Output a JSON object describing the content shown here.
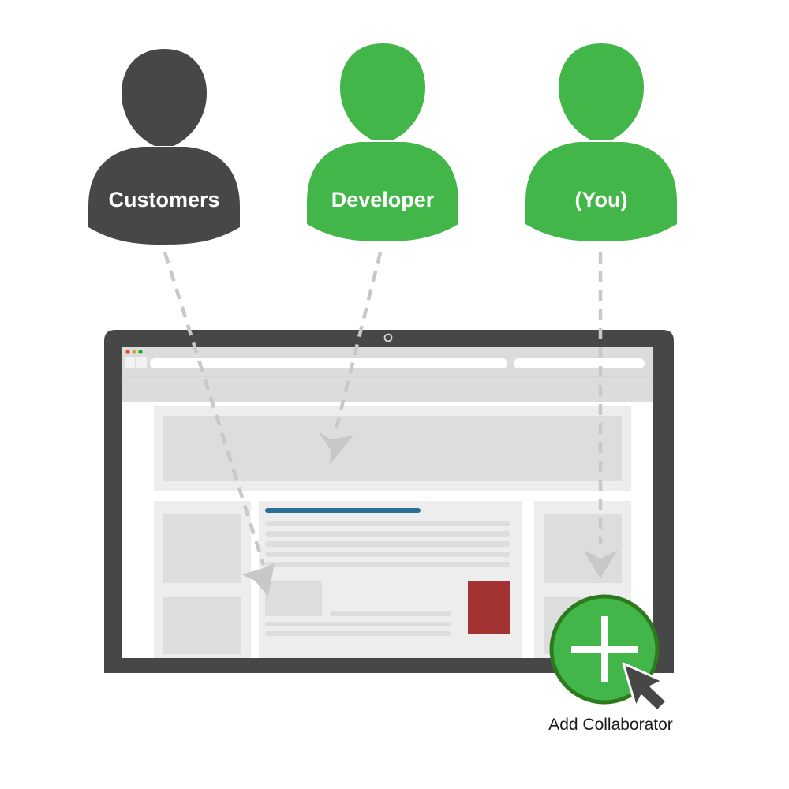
{
  "people": [
    {
      "label": "Customers",
      "color": "#474747"
    },
    {
      "label": "Developer",
      "color": "#43b64a"
    },
    {
      "label": "(You)",
      "color": "#43b64a"
    }
  ],
  "add_collaborator": {
    "label": "Add Collaborator",
    "icon": "plus-icon",
    "cursor_icon": "cursor-arrow-icon",
    "color": "#43b64a",
    "ring_color": "#2c7a1d"
  },
  "colors": {
    "laptop_frame": "#474747",
    "browser_chrome": "#dcdcdc",
    "placeholder_block": "#dddddd",
    "panel": "#ededed",
    "title_bar": "#2b6f95",
    "accent_block": "#a33232",
    "arrow": "#c8c8c8",
    "window_dots": [
      "#e0443e",
      "#dea123",
      "#1aab29"
    ]
  }
}
